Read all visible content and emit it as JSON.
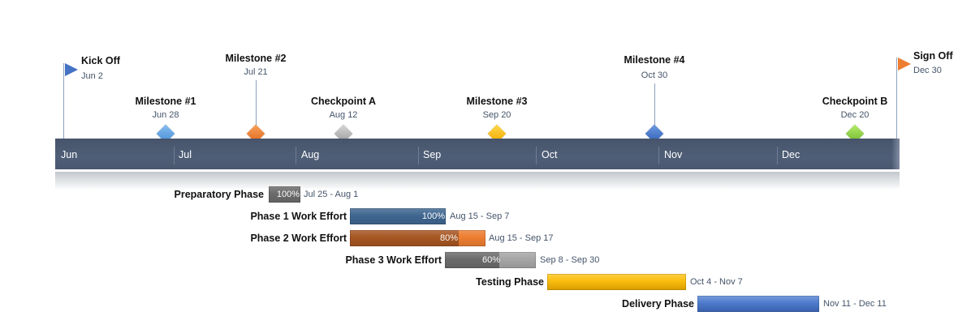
{
  "chart_data": {
    "type": "timeline-gantt",
    "title": "",
    "axis": {
      "months": [
        "Jun",
        "Jul",
        "Aug",
        "Sep",
        "Oct",
        "Nov",
        "Dec"
      ],
      "start": "Jun 1",
      "end": "Dec 31"
    },
    "flags": [
      {
        "label": "Kick Off",
        "date": "Jun 2",
        "color": "#4472c4"
      },
      {
        "label": "Sign Off",
        "date": "Dec 30",
        "color": "#ed7d31"
      }
    ],
    "milestones": [
      {
        "label": "Milestone #1",
        "date": "Jun 28",
        "color": "#5b9bd5"
      },
      {
        "label": "Milestone #2",
        "date": "Jul 21",
        "color": "#ed7d31"
      },
      {
        "label": "Checkpoint A",
        "date": "Aug 12",
        "color": "#a5a5a5"
      },
      {
        "label": "Milestone #3",
        "date": "Sep 20",
        "color": "#ffc000"
      },
      {
        "label": "Milestone #4",
        "date": "Oct 30",
        "color": "#4472c4"
      },
      {
        "label": "Checkpoint B",
        "date": "Dec 20",
        "color": "#8fd14f"
      }
    ],
    "tasks": [
      {
        "label": "Preparatory Phase",
        "dates": "Jul 25 - Aug 1",
        "percent": "100%",
        "percent_value": 100,
        "color": "#6b6b6b",
        "light_color": "#a6a6a6"
      },
      {
        "label": "Phase 1 Work Effort",
        "dates": "Aug 15 - Sep 7",
        "percent": "100%",
        "percent_value": 100,
        "color": "#3f6690",
        "light_color": "#6e96c2"
      },
      {
        "label": "Phase 2 Work Effort",
        "dates": "Aug 15 - Sep 17",
        "percent": "80%",
        "percent_value": 80,
        "color": "#a65522",
        "light_color": "#ed7d31"
      },
      {
        "label": "Phase 3 Work Effort",
        "dates": "Sep 8 - Sep 30",
        "percent": "60%",
        "percent_value": 60,
        "color": "#6b6b6b",
        "light_color": "#a6a6a6"
      },
      {
        "label": "Testing Phase",
        "dates": "Oct 4 - Nov 7",
        "percent": "",
        "percent_value": null,
        "color": "#f5b800",
        "light_color": "#ffc000"
      },
      {
        "label": "Delivery Phase",
        "dates": "Nov 11 - Dec 11",
        "percent": "",
        "percent_value": null,
        "color": "#4472c4",
        "light_color": "#4472c4"
      }
    ]
  }
}
